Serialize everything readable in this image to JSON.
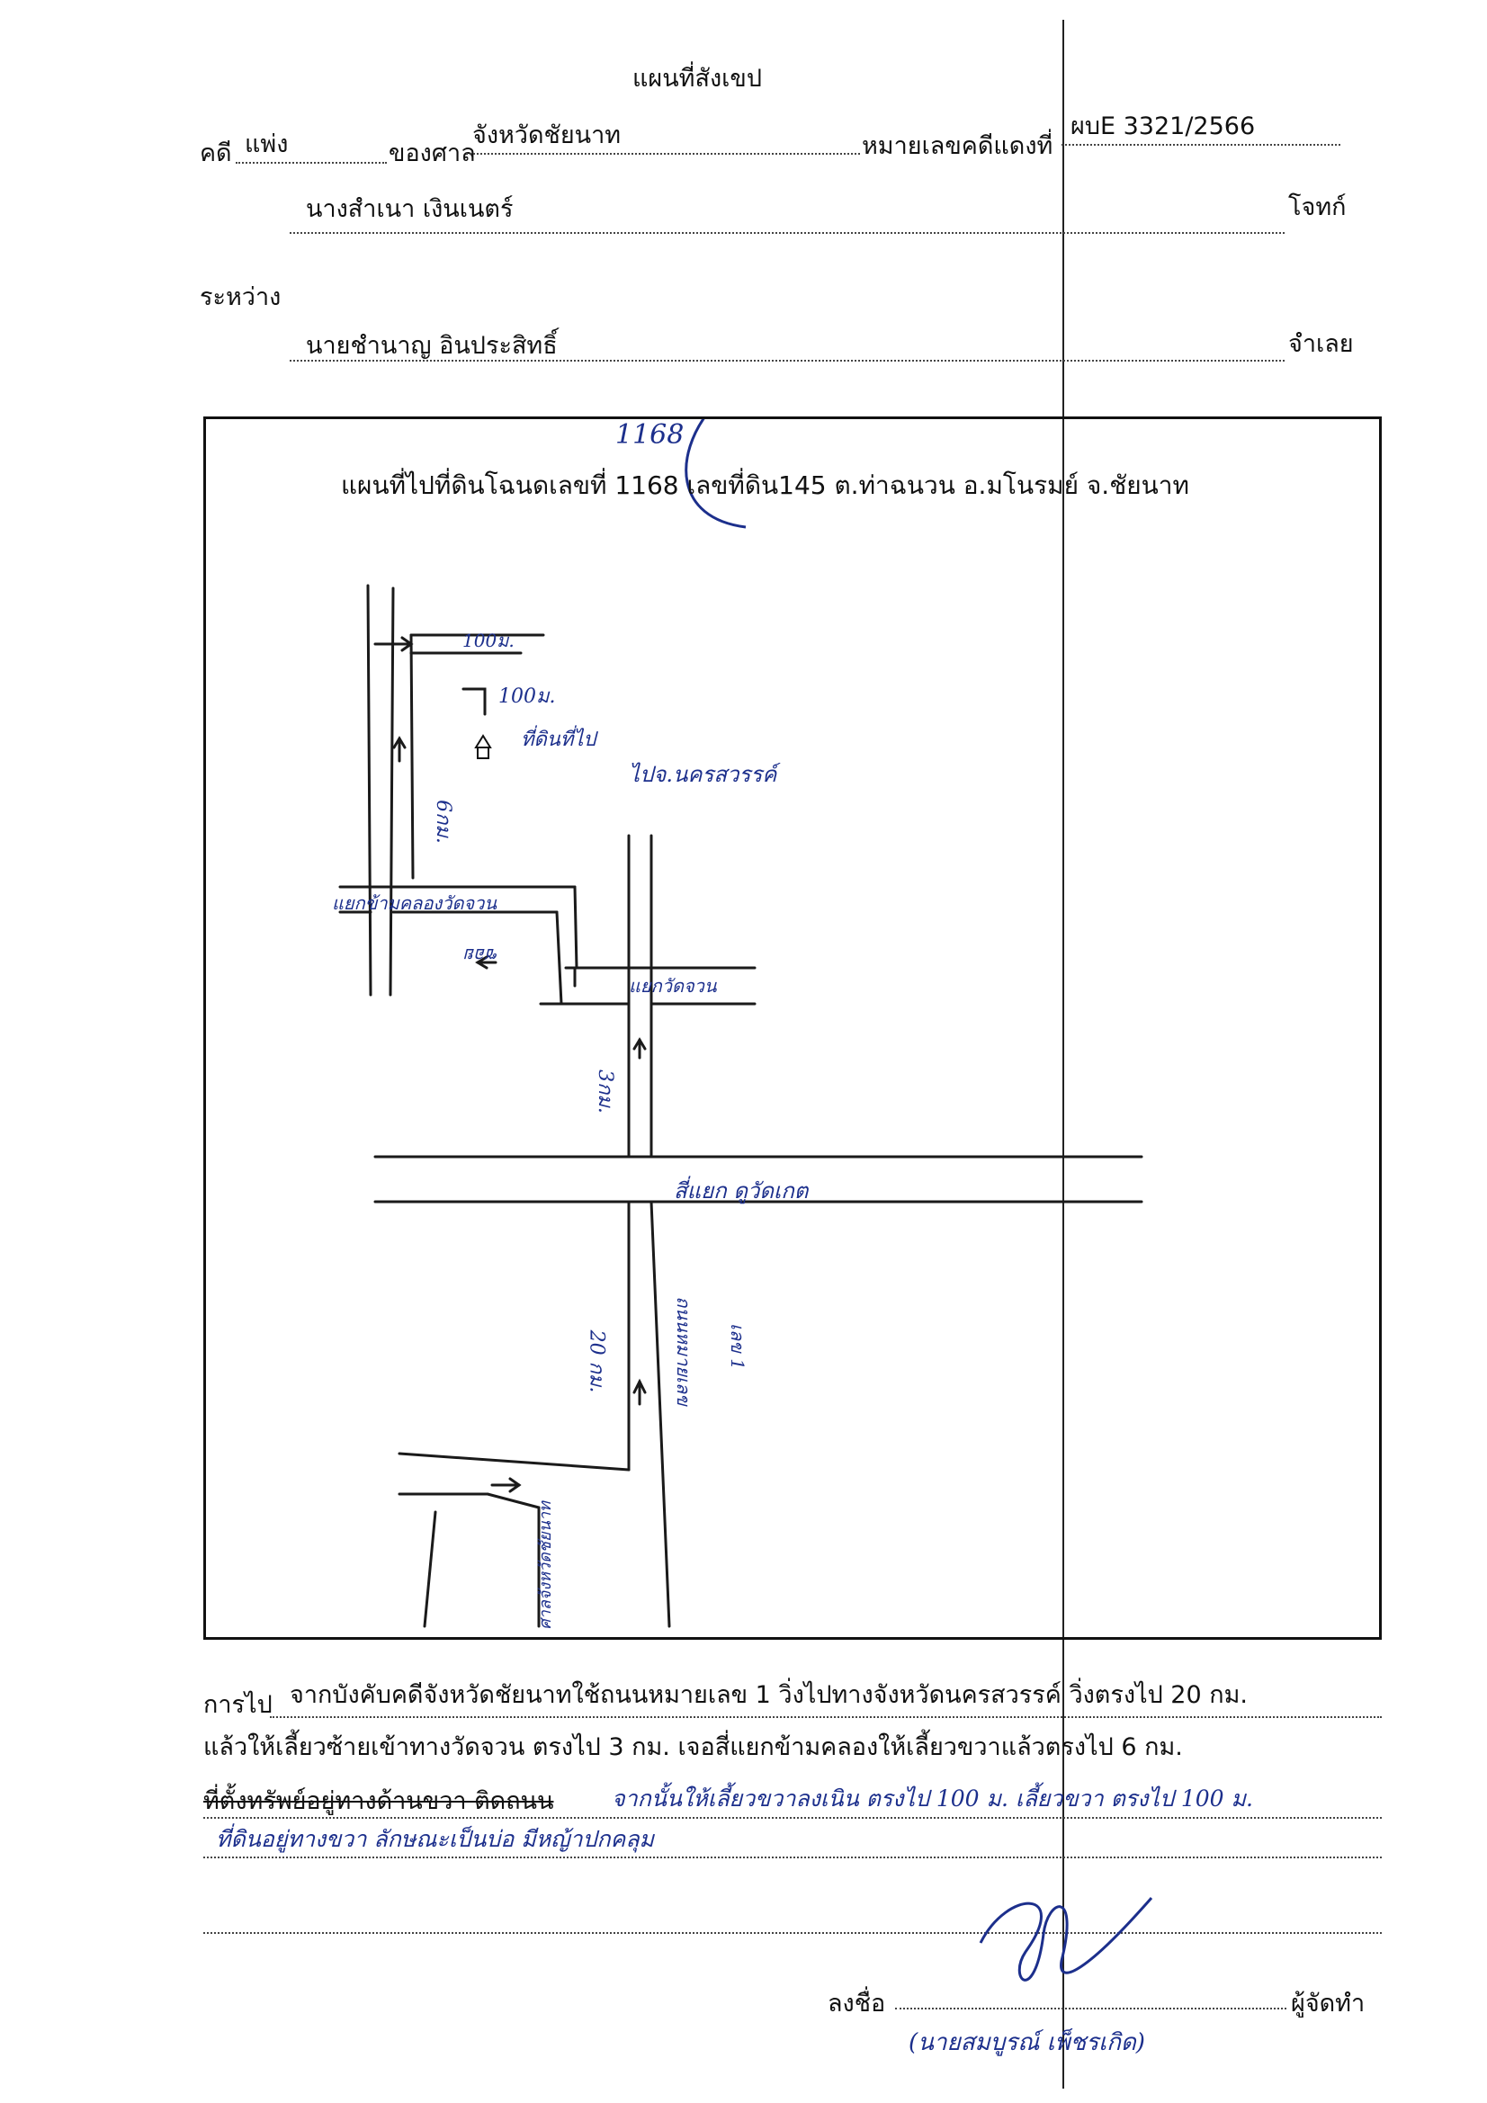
{
  "form": {
    "title": "แผนที่สังเขป",
    "case_prefix": "คดี",
    "case_type": "แพ่ง",
    "court_label": "ของศาล",
    "court_name": "จังหวัดชัยนาท",
    "red_case_label": "หมายเลขคดีแดงที่",
    "red_case_number": "ผบE 3321/2566",
    "plaintiff_name": "นางสำเนา เงินเนตร์",
    "plaintiff_role": "โจทก์",
    "between_label": "ระหว่าง",
    "defendant_name": "นายชำนาญ อินประสิทธิ์",
    "defendant_role": "จำเลย"
  },
  "map": {
    "heading": "แผนที่ไปที่ดินโฉนดเลขที่ 1168 เลขที่ดิน145 ต.ท่าฉนวน อ.มโนรมย์ จ.ชัยนาท",
    "handwritten_number": "1168",
    "labels": {
      "dist_100m_top": "100ม.",
      "dist_100m_right": "100ม.",
      "target_land": "ที่ดินที่ไป",
      "to_nakhonsawan": "ไปจ.นครสวรรค์",
      "dist_6km": "6กม.",
      "canal_bridge": "แยกข้ามคลองวัดจวน",
      "wat_juan_junction": "แยกวัดจวน",
      "dist_3km": "3กม.",
      "intersection": "สี่แยก ดูวัดเกต",
      "dist_20km": "20 กม.",
      "highway": "ถนนหมายเลข",
      "highway_no": "เลข 1",
      "provincial_court": "ศาลจังหวัดชัยนาท",
      "small_road": "ซอย"
    }
  },
  "directions": {
    "label": "การไป",
    "line1": "จากบังคับคดีจังหวัดชัยนาทใช้ถนนหมายเลข 1 วิ่งไปทางจังหวัดนครสวรรค์ วิ่งตรงไป 20 กม.",
    "line2": "แล้วให้เลี้ยวซ้ายเข้าทางวัดจวน ตรงไป 3 กม. เจอสี่แยกข้ามคลองให้เลี้ยวขวาแล้วตรงไป 6 กม.",
    "line3_struck": "ที่ตั้งทรัพย์อยู่ทางด้านขวา ติดถนน",
    "line3_hand": "จากนั้นให้เลี้ยวขวาลงเนิน ตรงไป 100 ม. เลี้ยวขวา ตรงไป 100 ม.",
    "line4_hand": "ที่ดินอยู่ทางขวา ลักษณะเป็นบ่อ มีหญ้าปกคลุม"
  },
  "signature": {
    "sign_label": "ลงชื่อ",
    "role": "ผู้จัดทำ",
    "printed_name": "(นายสมบูรณ์ เพ็ชรเกิด)"
  }
}
